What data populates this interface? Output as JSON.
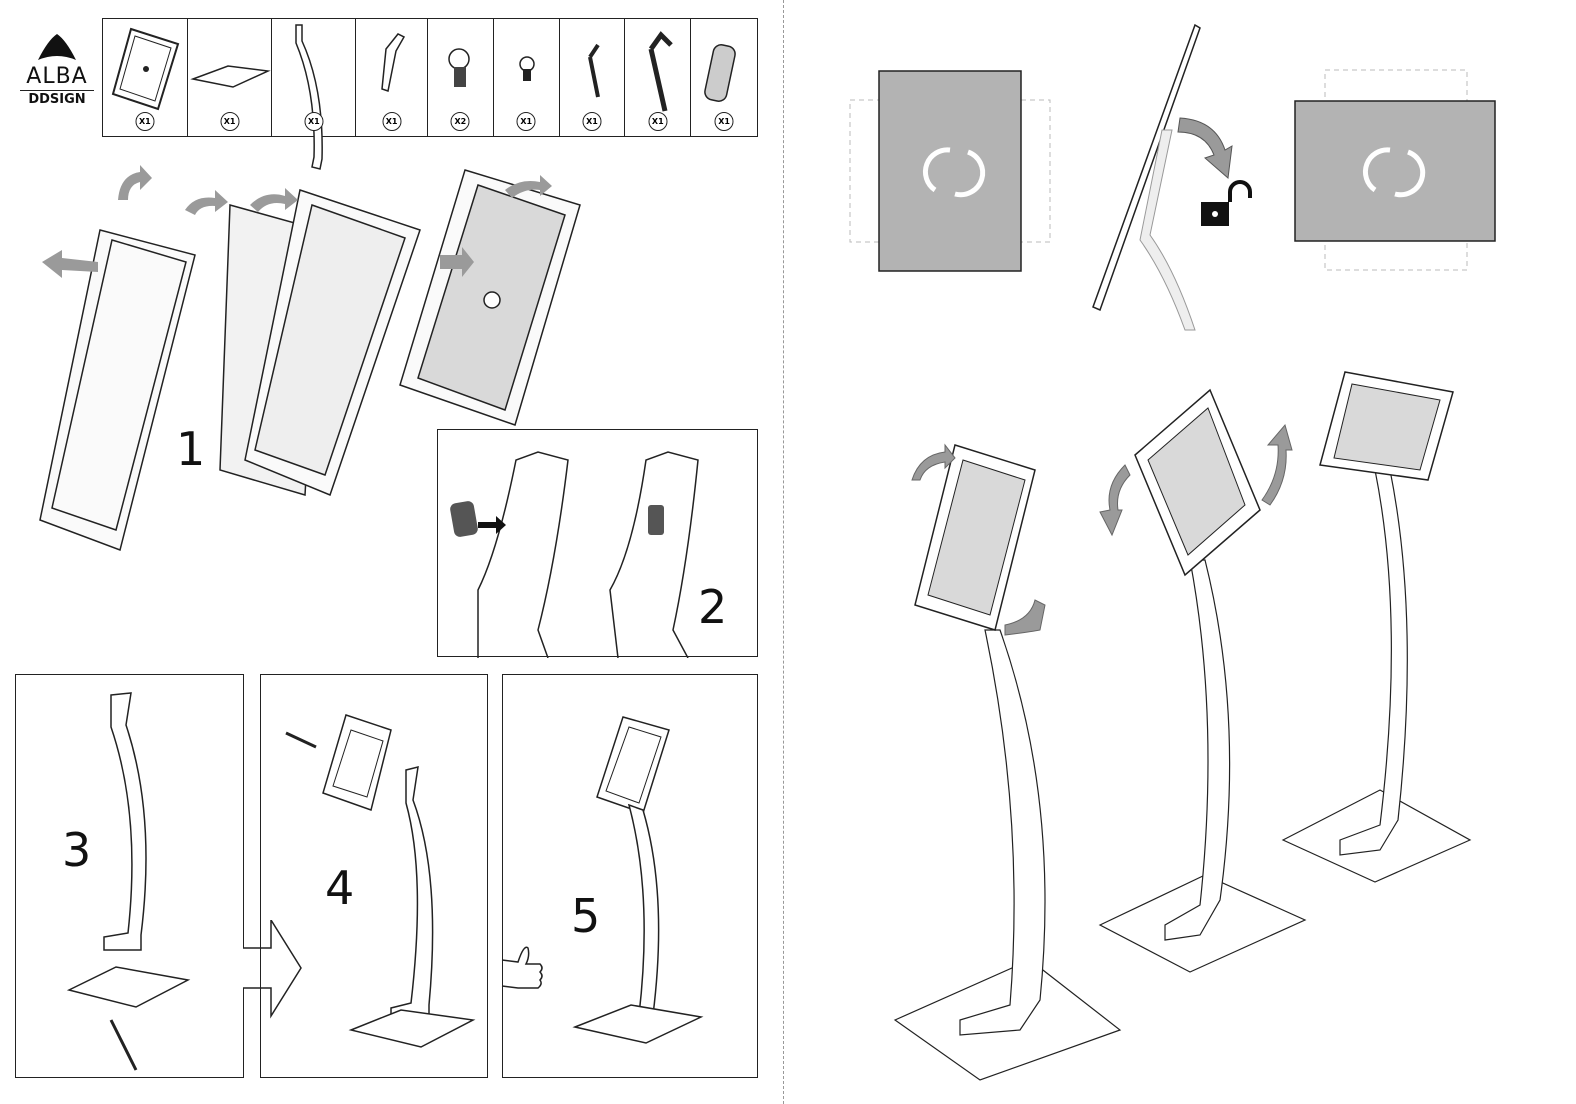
{
  "logo": {
    "brand": "ALBA",
    "sub": "DDSIGN"
  },
  "parts": [
    {
      "name": "frame",
      "qty": "X1"
    },
    {
      "name": "base-plate",
      "qty": "X1"
    },
    {
      "name": "curved-pole",
      "qty": "X1"
    },
    {
      "name": "bracket",
      "qty": "X1"
    },
    {
      "name": "large-screw",
      "qty": "X2"
    },
    {
      "name": "small-screw",
      "qty": "X1"
    },
    {
      "name": "small-hex-key",
      "qty": "X1"
    },
    {
      "name": "large-hex-key",
      "qty": "X1"
    },
    {
      "name": "pad",
      "qty": "X1"
    }
  ],
  "steps": [
    "1",
    "2",
    "3",
    "4",
    "5"
  ],
  "colors": {
    "panel": "#b3b3b3",
    "line": "#222222",
    "arrow": "#9a9a9a",
    "screen": "#d9d9d9"
  }
}
